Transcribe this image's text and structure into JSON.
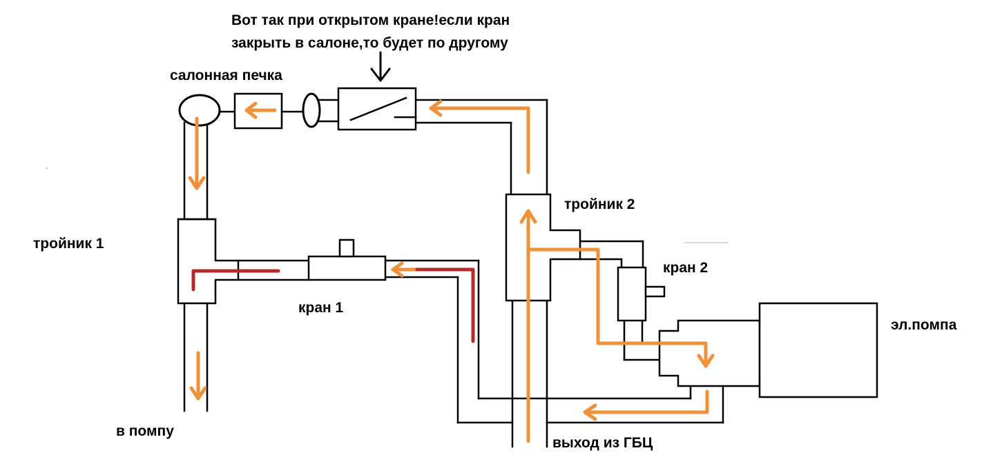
{
  "annotation": {
    "line1": "Вот так при открытом кране!если кран",
    "line2": "закрыть в салоне,то будет по другому"
  },
  "labels": {
    "heater": "салонная печка",
    "tee1": "тройник 1",
    "tee2": "тройник 2",
    "valve1": "кран 1",
    "valve2": "кран 2",
    "pump_el": "эл.помпа",
    "to_pump": "в помпу",
    "head_outlet": "выход из ГБЦ"
  },
  "colors": {
    "flow": "#f0913a",
    "closed_flow": "#b52b2b",
    "pipe": "#000000"
  }
}
